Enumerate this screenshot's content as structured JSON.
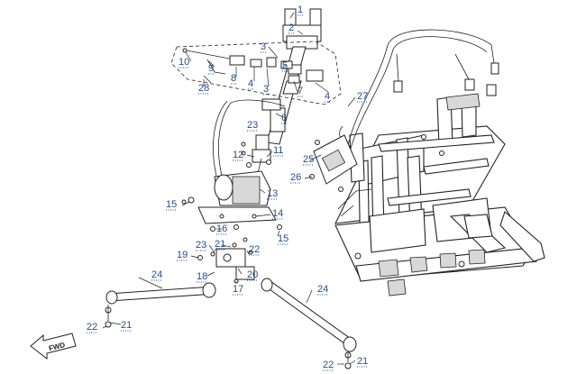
{
  "diagram": {
    "fwd_label": "FWD",
    "callouts": [
      {
        "id": "c1a",
        "text": "1"
      },
      {
        "id": "c2",
        "text": "2"
      },
      {
        "id": "c3a",
        "text": "3"
      },
      {
        "id": "c3b",
        "text": "3"
      },
      {
        "id": "c4a",
        "text": "4"
      },
      {
        "id": "c4b",
        "text": "4"
      },
      {
        "id": "c5",
        "text": "5"
      },
      {
        "id": "c6",
        "text": "6"
      },
      {
        "id": "c7",
        "text": "7"
      },
      {
        "id": "c8",
        "text": "8"
      },
      {
        "id": "c9",
        "text": "9"
      },
      {
        "id": "c10",
        "text": "10"
      },
      {
        "id": "c11",
        "text": "11"
      },
      {
        "id": "c12",
        "text": "12"
      },
      {
        "id": "c13",
        "text": "13"
      },
      {
        "id": "c14",
        "text": "14"
      },
      {
        "id": "c15a",
        "text": "15"
      },
      {
        "id": "c15b",
        "text": "15"
      },
      {
        "id": "c16",
        "text": "16"
      },
      {
        "id": "c17",
        "text": "17"
      },
      {
        "id": "c18",
        "text": "18"
      },
      {
        "id": "c19",
        "text": "19"
      },
      {
        "id": "c20",
        "text": "20"
      },
      {
        "id": "c21a",
        "text": "21"
      },
      {
        "id": "c21b",
        "text": "21"
      },
      {
        "id": "c21c",
        "text": "21"
      },
      {
        "id": "c22a",
        "text": "22"
      },
      {
        "id": "c22b",
        "text": "22"
      },
      {
        "id": "c22c",
        "text": "22"
      },
      {
        "id": "c23a",
        "text": "23"
      },
      {
        "id": "c23b",
        "text": "23"
      },
      {
        "id": "c24a",
        "text": "24"
      },
      {
        "id": "c24b",
        "text": "24"
      },
      {
        "id": "c25",
        "text": "25"
      },
      {
        "id": "c26",
        "text": "26"
      },
      {
        "id": "c27",
        "text": "27"
      },
      {
        "id": "c28",
        "text": "28"
      }
    ]
  }
}
